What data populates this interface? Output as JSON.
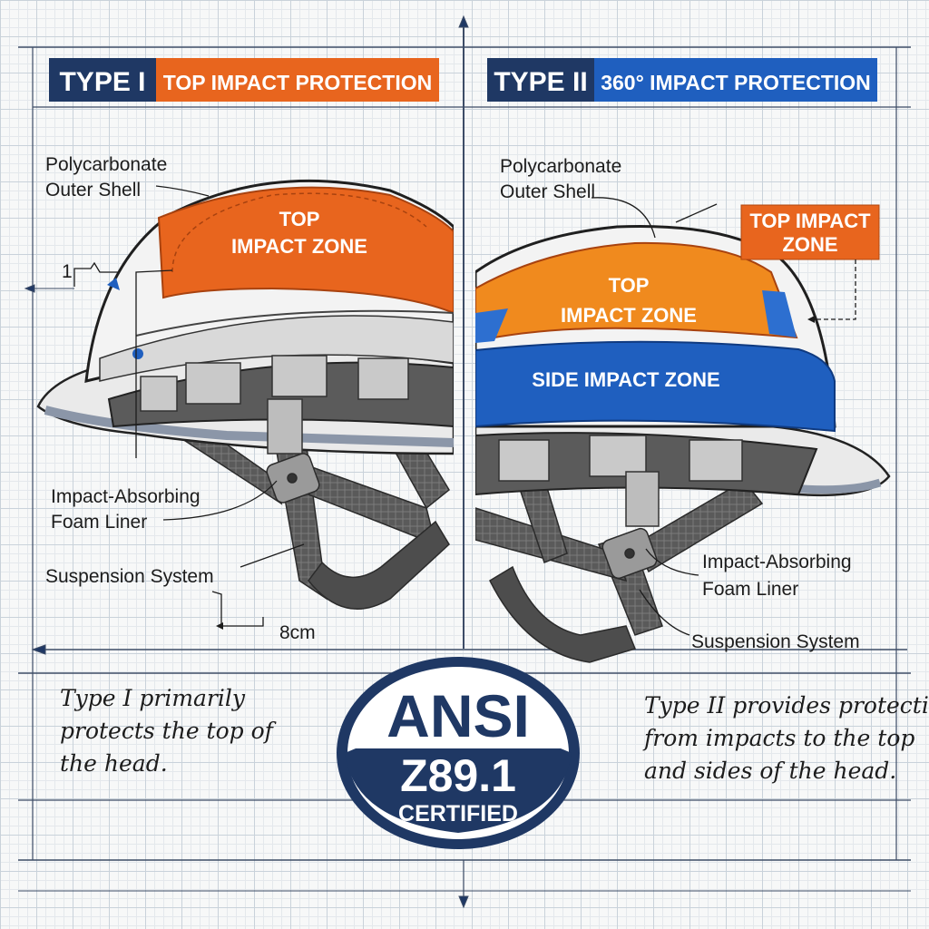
{
  "type1": {
    "tag": "TYPE I",
    "title": "TOP IMPACT PROTECTION",
    "shell_label": [
      "Polycarbonate",
      "Outer Shell"
    ],
    "zone_label": [
      "TOP",
      "IMPACT ZONE"
    ],
    "foam_label": [
      "Impact-Absorbing",
      "Foam Liner"
    ],
    "suspension_label": "Suspension System",
    "dim_number": "1",
    "dim_measure": "8cm",
    "note": [
      "Type I primarily",
      "protects the top of",
      "the head."
    ]
  },
  "type2": {
    "tag": "TYPE II",
    "title": "360° IMPACT PROTECTION",
    "shell_label": [
      "Polycarbonate",
      "Outer Shell"
    ],
    "callout": [
      "TOP IMPACT",
      "ZONE"
    ],
    "top_zone_label": [
      "TOP",
      "IMPACT ZONE"
    ],
    "side_zone_label": "SIDE IMPACT ZONE",
    "foam_label": [
      "Impact-Absorbing",
      "Foam Liner"
    ],
    "suspension_label": "Suspension System",
    "note": [
      "Type II provides protection",
      "from impacts to the top",
      "and sides of the head."
    ]
  },
  "badge": {
    "line1": "ANSI",
    "line2": "Z89.1",
    "line3": "CERTIFIED"
  },
  "colors": {
    "navy": "#1f3864",
    "orange": "#e8651e",
    "blue": "#1f5fbf",
    "shell": "#f3f3f3",
    "strap": "#4d4d4d"
  }
}
